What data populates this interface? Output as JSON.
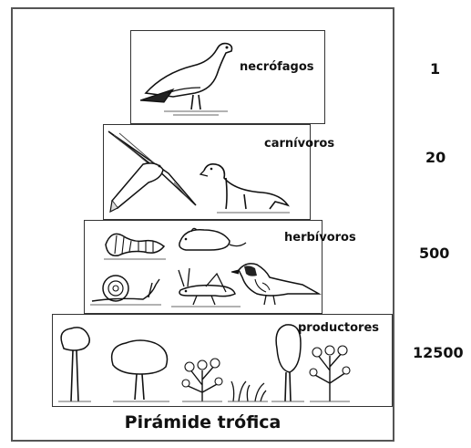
{
  "caption": "Pirámide trófica",
  "tiers": [
    {
      "label": "necrófagos",
      "count": "1",
      "icons": [
        "vulture-icon"
      ]
    },
    {
      "label": "carnívoros",
      "count": "20",
      "icons": [
        "hawk-icon",
        "weasel-icon"
      ]
    },
    {
      "label": "herbívoros",
      "count": "500",
      "icons": [
        "caterpillar-icon",
        "mouse-icon",
        "snail-icon",
        "grasshopper-icon",
        "bird-icon"
      ]
    },
    {
      "label": "productores",
      "count": "12500",
      "icons": [
        "tree-icon",
        "tree-icon",
        "shrub-icon",
        "grass-icon",
        "tree-icon",
        "shrub-icon"
      ]
    }
  ]
}
